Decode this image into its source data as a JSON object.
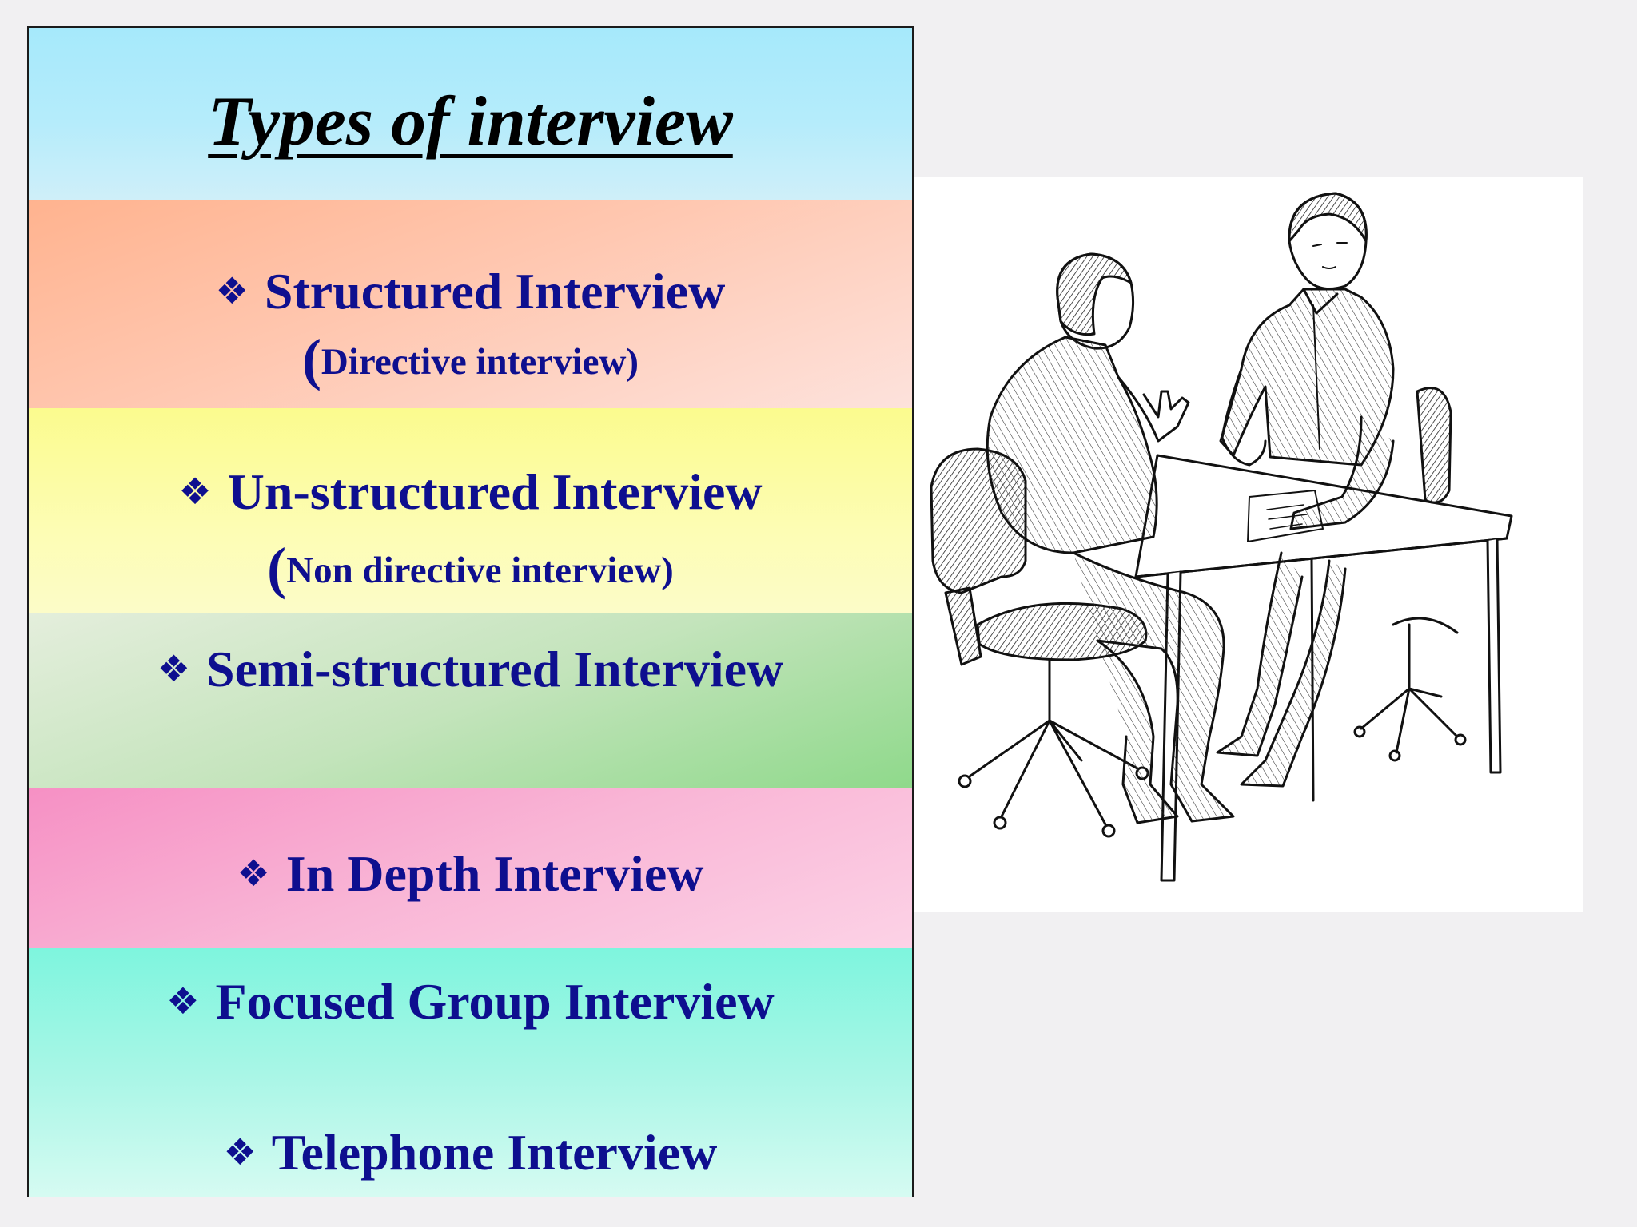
{
  "heading": "Types of interview",
  "bullet_glyph": "❖",
  "items": {
    "structured": {
      "label": "Structured Interview",
      "note_open": "(",
      "note": "Directive interview)"
    },
    "unstructured": {
      "label": "Un-structured Interview",
      "note_open": "(",
      "note": "Non directive interview)"
    },
    "semi": {
      "label": "Semi-structured Interview"
    },
    "in_depth": {
      "label": "In Depth Interview"
    },
    "focused": {
      "label": "Focused Group Interview"
    },
    "telephone": {
      "label": "Telephone Interview"
    }
  },
  "colors": {
    "text": "#0e0f8f",
    "heading": "#000000",
    "page_background": "#f1f0f2"
  }
}
